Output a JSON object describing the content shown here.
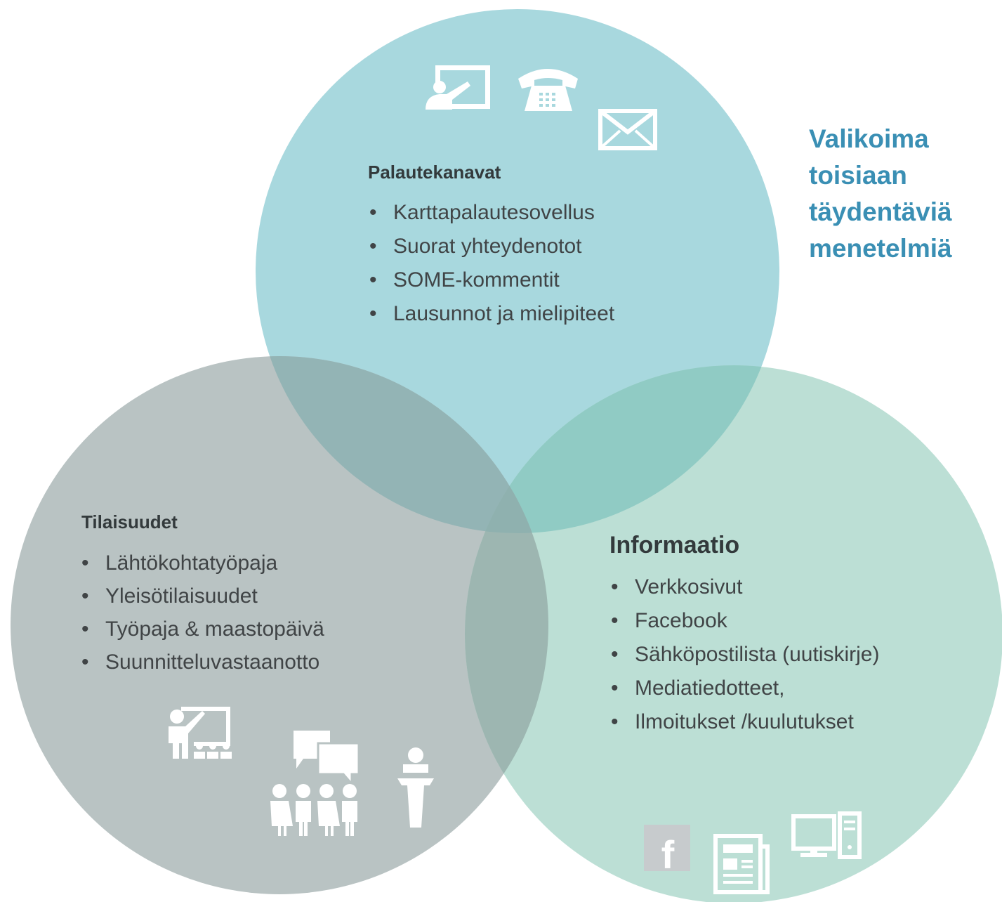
{
  "tagline": {
    "lines": [
      "Valikoima",
      "toisiaan",
      "täydentäviä",
      "menetelmiä"
    ]
  },
  "groups": {
    "palaute": {
      "title": "Palautekanavat",
      "items": [
        "Karttapalautesovellus",
        "Suorat yhteydenotot",
        "SOME-kommentit",
        "Lausunnot ja mielipiteet"
      ],
      "icons": [
        "presentation-board-icon",
        "telephone-icon",
        "envelope-icon"
      ],
      "color": "#a8d8de"
    },
    "tilaisuudet": {
      "title": "Tilaisuudet",
      "items": [
        "Lähtökohtatyöpaja",
        "Yleisötilaisuudet",
        "Työpaja & maastopäivä",
        "Suunnitteluvastaanotto"
      ],
      "icons": [
        "classroom-teacher-icon",
        "group-discussion-icon",
        "speaker-podium-icon"
      ],
      "color": "#b9c3c3"
    },
    "informaatio": {
      "title": "Informaatio",
      "items": [
        "Verkkosivut",
        "Facebook",
        "Sähköpostilista (uutiskirje)",
        "Mediatiedotteet,",
        "Ilmoitukset /kuulutukset"
      ],
      "icons": [
        "facebook-icon",
        "newspaper-icon",
        "desktop-computer-icon"
      ],
      "color": "#bcdfd5"
    }
  },
  "facebook_letter": "f"
}
